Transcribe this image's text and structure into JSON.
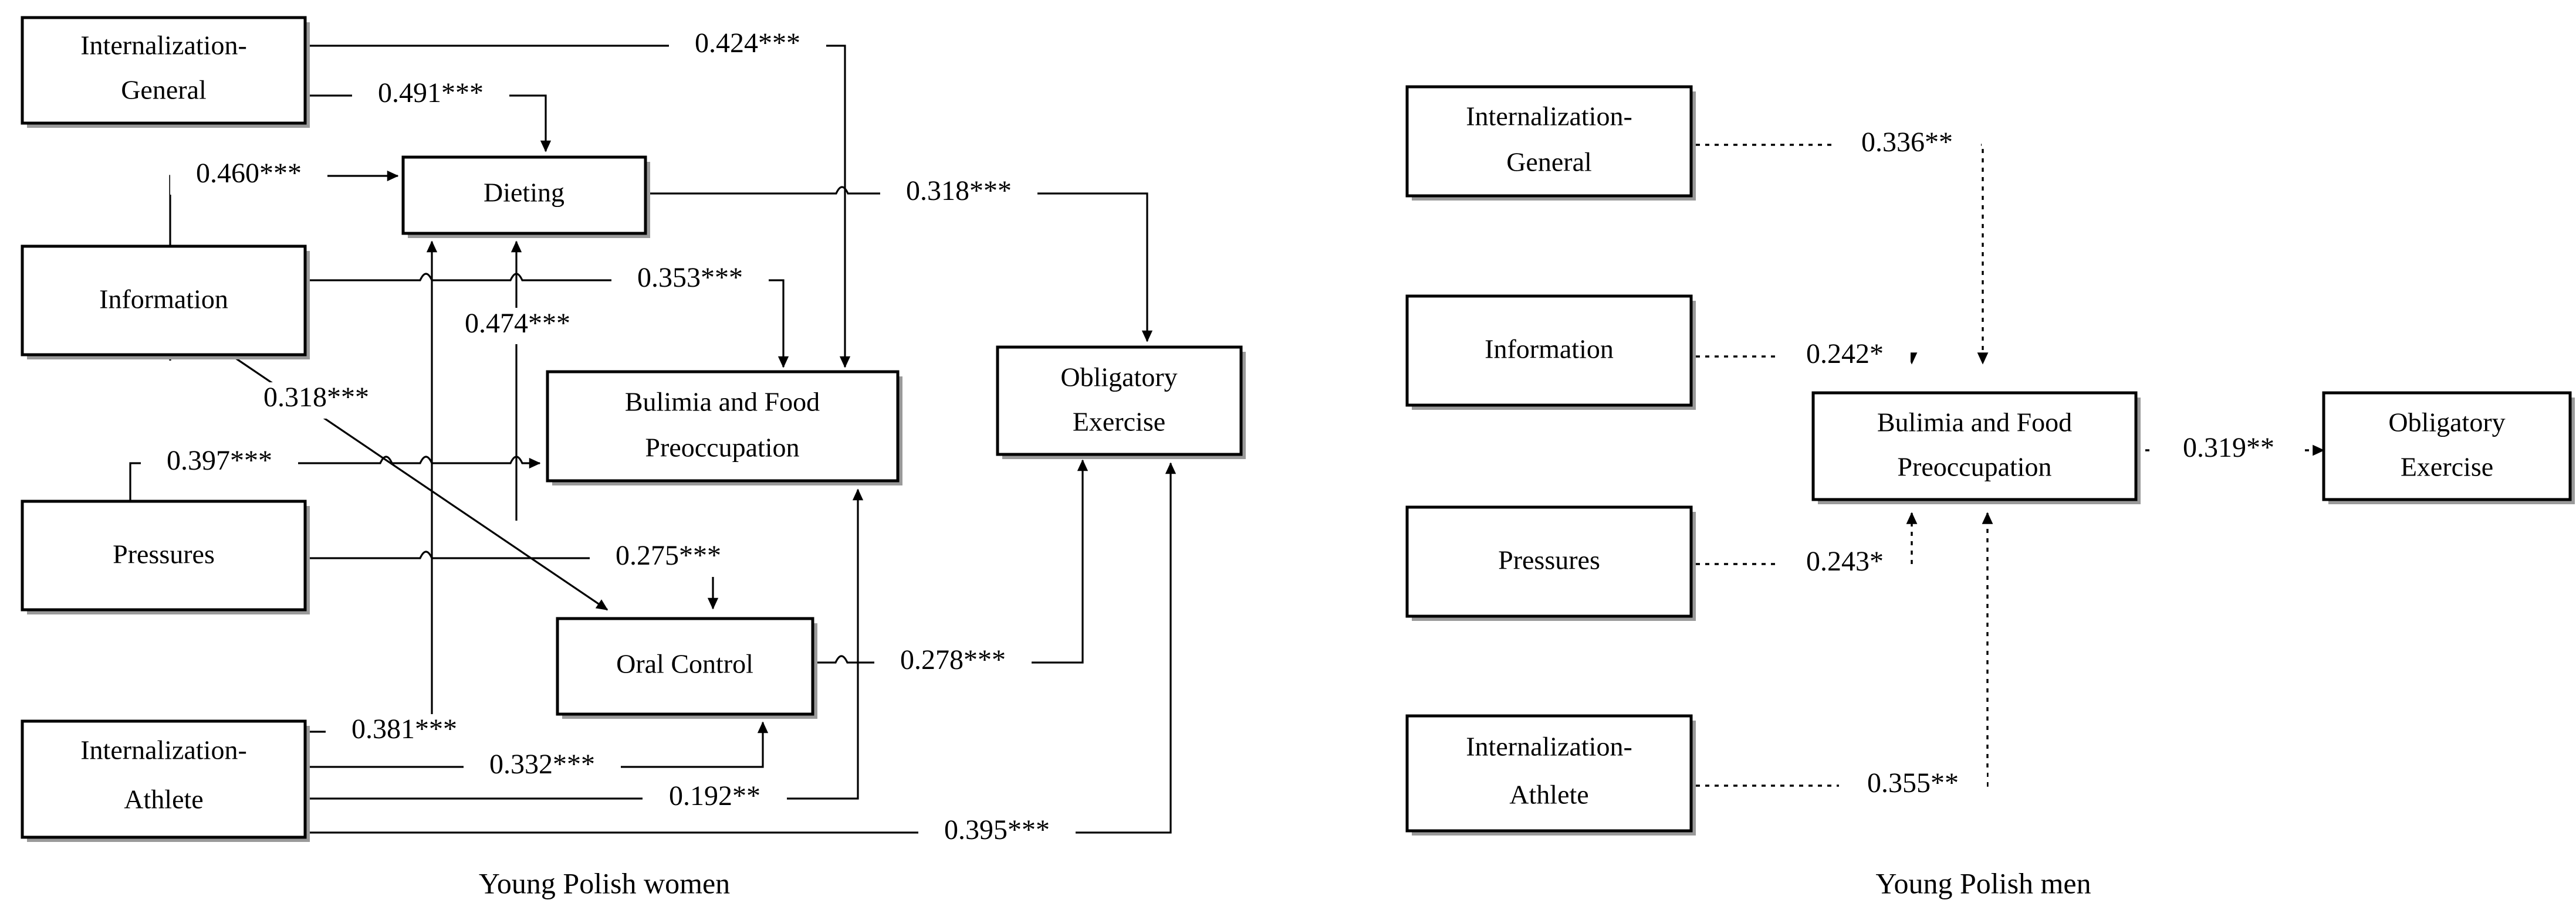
{
  "figure": {
    "type": "path-diagram",
    "panels": [
      {
        "id": "women",
        "caption": "Young Polish women",
        "line_style": "solid",
        "nodes": [
          {
            "id": "int_general",
            "label_line1": "Internalization-",
            "label_line2": "General"
          },
          {
            "id": "information",
            "label_line1": "Information",
            "label_line2": ""
          },
          {
            "id": "pressures",
            "label_line1": "Pressures",
            "label_line2": ""
          },
          {
            "id": "int_athlete",
            "label_line1": "Internalization-",
            "label_line2": "Athlete"
          },
          {
            "id": "dieting",
            "label_line1": "Dieting",
            "label_line2": ""
          },
          {
            "id": "bulimia",
            "label_line1": "Bulimia and Food",
            "label_line2": "Preoccupation"
          },
          {
            "id": "oral_control",
            "label_line1": "Oral Control",
            "label_line2": ""
          },
          {
            "id": "obligatory",
            "label_line1": "Obligatory",
            "label_line2": "Exercise"
          }
        ],
        "edges": [
          {
            "from": "int_general",
            "to": "bulimia",
            "coefficient": "0.424***"
          },
          {
            "from": "int_general",
            "to": "dieting",
            "coefficient": "0.491***"
          },
          {
            "from": "information",
            "to": "dieting",
            "coefficient": "0.460***"
          },
          {
            "from": "information",
            "to": "bulimia",
            "coefficient": "0.353***"
          },
          {
            "from": "pressures",
            "to": "dieting",
            "coefficient": "0.474***"
          },
          {
            "from": "information",
            "to": "oral_control",
            "coefficient": "0.318***"
          },
          {
            "from": "pressures",
            "to": "bulimia",
            "coefficient": "0.397***"
          },
          {
            "from": "pressures",
            "to": "oral_control",
            "coefficient": "0.275***"
          },
          {
            "from": "dieting",
            "to": "obligatory",
            "coefficient": "0.318***"
          },
          {
            "from": "oral_control",
            "to": "obligatory",
            "coefficient": "0.278***"
          },
          {
            "from": "int_athlete",
            "to": "dieting",
            "coefficient": "0.381***"
          },
          {
            "from": "int_athlete",
            "to": "oral_control",
            "coefficient": "0.332***"
          },
          {
            "from": "int_athlete",
            "to": "bulimia",
            "coefficient": "0.192**"
          },
          {
            "from": "int_athlete",
            "to": "obligatory",
            "coefficient": "0.395***"
          }
        ]
      },
      {
        "id": "men",
        "caption": "Young Polish men",
        "line_style": "dotted",
        "nodes": [
          {
            "id": "int_general",
            "label_line1": "Internalization-",
            "label_line2": "General"
          },
          {
            "id": "information",
            "label_line1": "Information",
            "label_line2": ""
          },
          {
            "id": "pressures",
            "label_line1": "Pressures",
            "label_line2": ""
          },
          {
            "id": "int_athlete",
            "label_line1": "Internalization-",
            "label_line2": "Athlete"
          },
          {
            "id": "bulimia",
            "label_line1": "Bulimia and Food",
            "label_line2": "Preoccupation"
          },
          {
            "id": "obligatory",
            "label_line1": "Obligatory",
            "label_line2": "Exercise"
          }
        ],
        "edges": [
          {
            "from": "int_general",
            "to": "bulimia",
            "coefficient": "0.336**"
          },
          {
            "from": "information",
            "to": "bulimia",
            "coefficient": "0.242*"
          },
          {
            "from": "pressures",
            "to": "bulimia",
            "coefficient": "0.243*"
          },
          {
            "from": "int_athlete",
            "to": "bulimia",
            "coefficient": "0.355**"
          },
          {
            "from": "bulimia",
            "to": "obligatory",
            "coefficient": "0.319**"
          }
        ]
      }
    ],
    "colors": {
      "stroke": "#000000",
      "box_fill": "#ffffff",
      "shadow": "#9a9a9a",
      "background": "#ffffff"
    }
  }
}
